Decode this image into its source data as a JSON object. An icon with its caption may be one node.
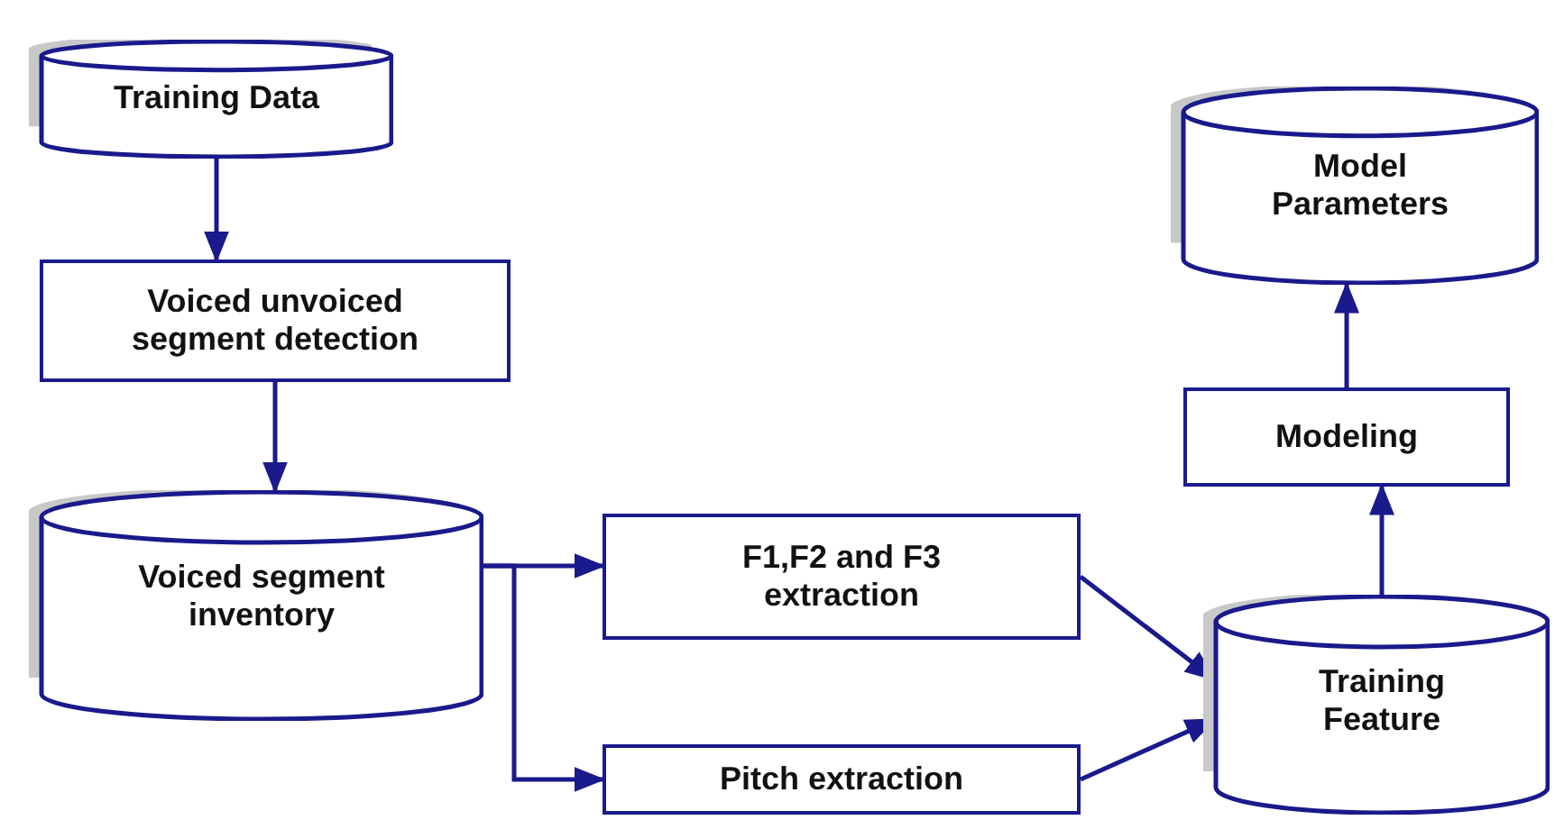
{
  "diagram": {
    "nodes": [
      {
        "text": [
          "Training Data"
        ]
      },
      {
        "text": [
          "Voiced unvoiced segment detection"
        ]
      },
      {
        "text": [
          "Voiced segment inventory"
        ]
      },
      {
        "text": [
          "F1,F2 and F3 extraction"
        ]
      },
      {
        "text": [
          "Pitch extraction"
        ]
      },
      {
        "text": [
          "Training Feature"
        ]
      },
      {
        "text": [
          "Modeling"
        ]
      },
      {
        "text": [
          "Model Parameters"
        ]
      }
    ],
    "edges": [
      {
        "from": 0,
        "to": 1,
        "arrow": "to"
      },
      {
        "from": 1,
        "to": 2,
        "arrow": "to"
      },
      {
        "from": 2,
        "to": 3,
        "arrow": "to"
      },
      {
        "from": 2,
        "to": 4,
        "arrow": "to"
      },
      {
        "from": 3,
        "to": 5,
        "arrow": "to"
      },
      {
        "from": 4,
        "to": 5,
        "arrow": "to"
      },
      {
        "from": 5,
        "to": 6,
        "arrow": "to"
      },
      {
        "from": 6,
        "to": 7,
        "arrow": "to"
      }
    ]
  }
}
